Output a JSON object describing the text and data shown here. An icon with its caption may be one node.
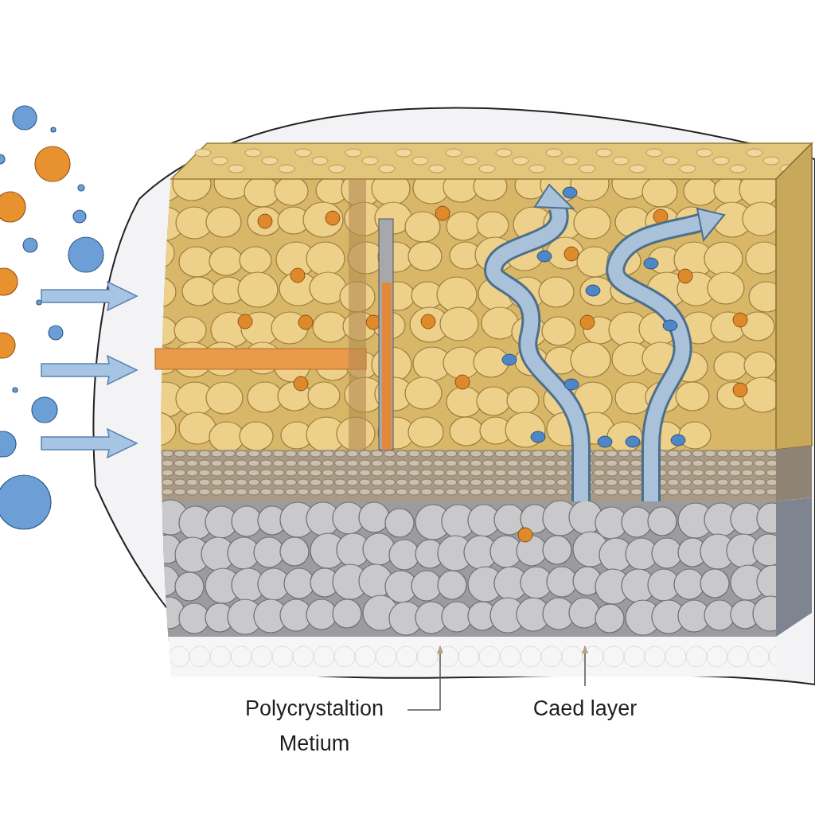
{
  "diagram": {
    "nodes": [
      {
        "text": [
          "Polycrystaltion Metium"
        ]
      },
      {
        "text": [
          "Caed layer"
        ]
      }
    ],
    "edges": [
      {
        "from": 0,
        "to": null,
        "arrow": "to"
      },
      {
        "from": 1,
        "to": null,
        "arrow": "to"
      }
    ]
  }
}
